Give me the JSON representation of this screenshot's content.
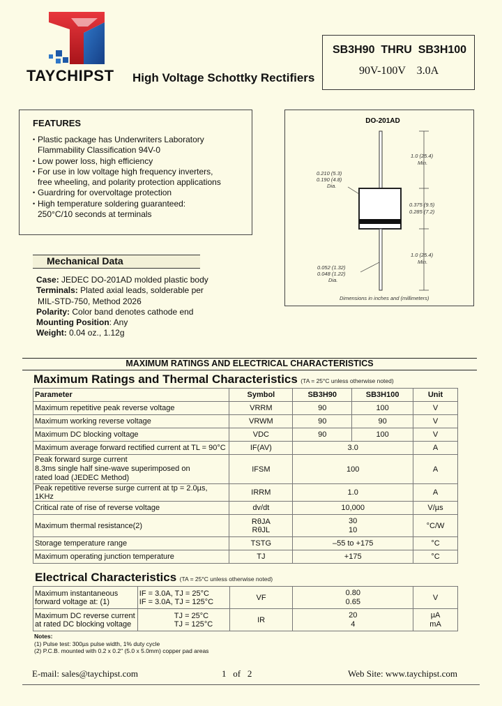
{
  "header": {
    "brand": "TAYCHIPST",
    "subtitle": "High Voltage Schottky Rectifiers",
    "part_number": "SB3H90  THRU  SB3H100",
    "ratings": "90V-100V    3.0A"
  },
  "features": {
    "title": "FEATURES",
    "items": [
      "Plastic package has Underwriters Laboratory Flammability Classification 94V-0",
      "Low power loss, high efficiency",
      "For use in low voltage high frequency inverters, free wheeling, and polarity protection applications",
      "Guardring for overvoltage protection",
      "High temperature soldering guaranteed: 250°C/10 seconds at terminals"
    ]
  },
  "package": {
    "name": "DO-201AD",
    "lead_length": "1.0 (25.4)",
    "min": "Min.",
    "body_dia": "0.210 (5.3)\n0.190 (4.8)",
    "dia": "Dia.",
    "body_len": "0.375 (9.5)\n0.285 (7.2)",
    "lead_dia": "0.052 (1.32)\n0.048 (1.22)",
    "dims_note": "Dimensions in inches and (millimeters)"
  },
  "mechanical": {
    "title": "Mechanical Data",
    "case_label": "Case:",
    "case": " JEDEC DO-201AD molded plastic body",
    "terminals_label": "Terminals:",
    "terminals": " Plated axial leads, solderable per",
    "terminals2": "MIL-STD-750, Method 2026",
    "polarity_label": "Polarity:",
    "polarity": " Color band denotes cathode end",
    "mounting_label": "Mounting Position",
    "mounting": ": Any",
    "weight_label": "Weight:",
    "weight": " 0.04 oz., 1.12g"
  },
  "max_bar": "MAXIMUM RATINGS AND ELECTRICAL CHARACTERISTICS",
  "max_section": {
    "title": "Maximum Ratings and Thermal Characteristics",
    "note": "(TA = 25°C unless otherwise noted)",
    "headers": [
      "Parameter",
      "Symbol",
      "SB3H90",
      "SB3H100",
      "Unit"
    ],
    "rows": [
      {
        "param": "Maximum repetitive peak reverse voltage",
        "sym": "VRRM",
        "v1": "90",
        "v2": "100",
        "unit": "V"
      },
      {
        "param": "Maximum working reverse voltage",
        "sym": "VRWM",
        "v1": "90",
        "v2": "90",
        "unit": "V"
      },
      {
        "param": "Maximum DC blocking voltage",
        "sym": "VDC",
        "v1": "90",
        "v2": "100",
        "unit": "V"
      },
      {
        "param": "Maximum average forward rectified current at TL = 90°C",
        "sym": "IF(AV)",
        "v": "3.0",
        "unit": "A"
      },
      {
        "param": "Peak forward surge current\n8.3ms single half sine-wave superimposed on\nrated load (JEDEC Method)",
        "sym": "IFSM",
        "v": "100",
        "unit": "A"
      },
      {
        "param": "Peak repetitive reverse surge current at tp = 2.0µs, 1KHz",
        "sym": "IRRM",
        "v": "1.0",
        "unit": "A"
      },
      {
        "param": "Critical rate of rise of reverse voltage",
        "sym": "dv/dt",
        "v": "10,000",
        "unit": "V/µs"
      },
      {
        "param": "Maximum thermal resistance(2)",
        "sym": "RθJA\nRθJL",
        "v": "30\n10",
        "unit": "°C/W"
      },
      {
        "param": "Storage temperature range",
        "sym": "TSTG",
        "v": "–55 to +175",
        "unit": "°C"
      },
      {
        "param": "Maximum operating junction temperature",
        "sym": "TJ",
        "v": "+175",
        "unit": "°C"
      }
    ]
  },
  "elec_section": {
    "title": "Electrical Characteristics",
    "note": "(TA = 25°C unless otherwise noted)",
    "rows": [
      {
        "param": "Maximum instantaneous\nforward voltage at: (1)",
        "cond": "IF = 3.0A,  TJ = 25°C\nIF = 3.0A,  TJ = 125°C",
        "sym": "VF",
        "v": "0.80\n0.65",
        "unit": "V"
      },
      {
        "param": "Maximum DC reverse current\nat rated DC blocking voltage",
        "cond": "TJ = 25°C\nTJ = 125°C",
        "sym": "IR",
        "v": "20\n4",
        "unit": "µA\nmA"
      }
    ]
  },
  "notes": {
    "title": "Notes:",
    "n1": "(1) Pulse test: 300µs pulse width, 1% duty cycle",
    "n2": "(2) P.C.B. mounted with 0.2 x 0.2\" (5.0 x 5.0mm) copper pad areas"
  },
  "footer": {
    "email": "E-mail: sales@taychipst.com",
    "page": "1   of   2",
    "web": "Web Site: www.taychipst.com"
  },
  "colors": {
    "logo_red": "#d22026",
    "logo_blue": "#1e5aa8"
  }
}
